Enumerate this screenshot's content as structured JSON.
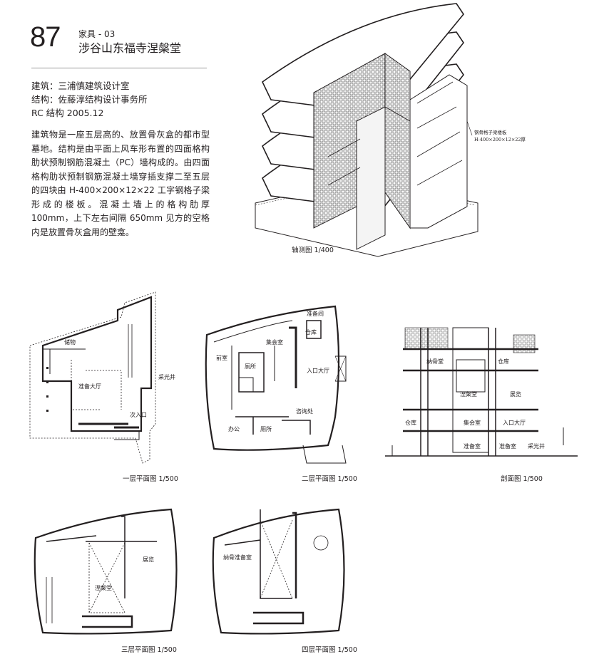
{
  "header": {
    "number": "87",
    "category": "家具 - 03",
    "title": "涉谷山东福寺涅槃堂"
  },
  "credits": {
    "architecture": "建筑：三浦慎建筑设计室",
    "structure": "结构：佐藤淳结构设计事务所",
    "construction": "RC 结构    2005.12"
  },
  "description": "建筑物是一座五层高的、放置骨灰盒的都市型墓地。结构是由平面上风车形布置的四面格构肋状预制钢筋混凝土（PC）墙构成的。由四面格构肋状预制钢筋混凝土墙穿插支撑二至五层的四块由 H-400×200×12×22 工字钢格子梁形成的楼板。混凝土墙上的格构肋厚 100mm，上下左右间隔 650mm 见方的空格内是放置骨灰盒用的壁龛。",
  "axonometric": {
    "caption": "轴测图 1/400",
    "note_line1": "钢骨格子梁楼板",
    "note_line2": "H-400×200×12×22厚"
  },
  "plan1": {
    "caption": "一层平面图 1/500",
    "labels": [
      "储物",
      "准备大厅",
      "采光井",
      "次入口"
    ]
  },
  "plan2": {
    "caption": "二层平面图 1/500",
    "labels": [
      "准备间",
      "仓库",
      "集会室",
      "前室",
      "厕所",
      "入口大厅",
      "咨询处",
      "办公",
      "厕所"
    ]
  },
  "section": {
    "caption": "剖面图 1/500",
    "labels": [
      "仓库",
      "纳骨堂",
      "涅槃堂",
      "展览",
      "仓库",
      "集会室",
      "入口大厅",
      "准备室",
      "准备室",
      "采光井"
    ]
  },
  "plan3": {
    "caption": "三层平面图 1/500",
    "labels": [
      "展览",
      "涅槃堂"
    ]
  },
  "plan4": {
    "caption": "四层平面图 1/500",
    "labels": [
      "纳骨准备室"
    ]
  }
}
